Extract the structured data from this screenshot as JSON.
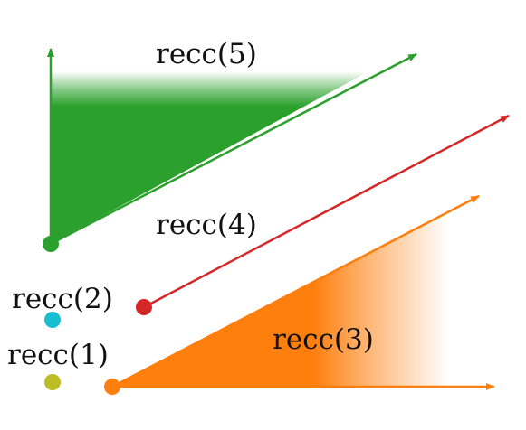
{
  "diagram": {
    "labels": {
      "recc5": "recc(5)",
      "recc4": "recc(4)",
      "recc3": "recc(3)",
      "recc2": "recc(2)",
      "recc1": "recc(1)"
    },
    "colors": {
      "green": "#2ca02c",
      "red": "#d62728",
      "orange": "#ff7f0e",
      "cyan": "#17becf",
      "olive": "#bcbd22"
    }
  }
}
